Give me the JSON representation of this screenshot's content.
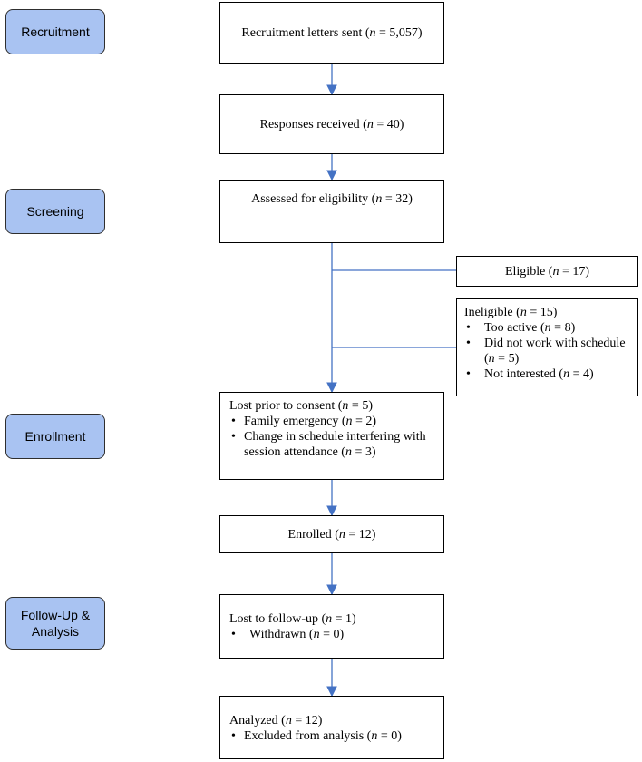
{
  "stages": {
    "recruitment": "Recruitment",
    "screening": "Screening",
    "enrollment": "Enrollment",
    "followup": "Follow-Up &\nAnalysis"
  },
  "boxes": {
    "letters": {
      "pre": "Recruitment letters sent (",
      "n": "n",
      "post": " = 5,057)"
    },
    "responses": {
      "pre": "Responses received (",
      "n": "n",
      "post": " = 40)"
    },
    "assessed": {
      "pre": "Assessed for eligibility (",
      "n": "n",
      "post": " = 32)"
    },
    "eligible": {
      "pre": "Eligible (",
      "n": "n",
      "post": " = 17)"
    },
    "ineligible": {
      "title_pre": "Ineligible (",
      "title_n": "n",
      "title_post": " = 15)",
      "items": [
        {
          "pre": "Too active (",
          "n": "n",
          "post": " = 8)"
        },
        {
          "pre": "Did not work with schedule (",
          "n": "n",
          "post": " = 5)"
        },
        {
          "pre": "Not interested (",
          "n": "n",
          "post": " = 4)"
        }
      ]
    },
    "lost_consent": {
      "title_pre": "Lost prior to consent (",
      "title_n": "n",
      "title_post": " = 5)",
      "items": [
        {
          "pre": "Family emergency (",
          "n": "n",
          "post": " = 2)"
        },
        {
          "pre": "Change in schedule interfering with session attendance (",
          "n": "n",
          "post": " = 3)"
        }
      ]
    },
    "enrolled": {
      "pre": "Enrolled (",
      "n": "n",
      "post": " = 12)"
    },
    "lost_followup": {
      "title_pre": "Lost to follow-up (",
      "title_n": "n",
      "title_post": " = 1)",
      "items": [
        {
          "pre": "Withdrawn  (",
          "n": "n",
          "post": " = 0)"
        }
      ]
    },
    "analyzed": {
      "title_pre": "Analyzed  (",
      "title_n": "n",
      "title_post": " = 12)",
      "items": [
        {
          "pre": "Excluded from analysis (",
          "n": "n",
          "post": " = 0)"
        }
      ]
    }
  },
  "colors": {
    "stage_fill": "#a9c3f2",
    "connector": "#4472c4"
  }
}
